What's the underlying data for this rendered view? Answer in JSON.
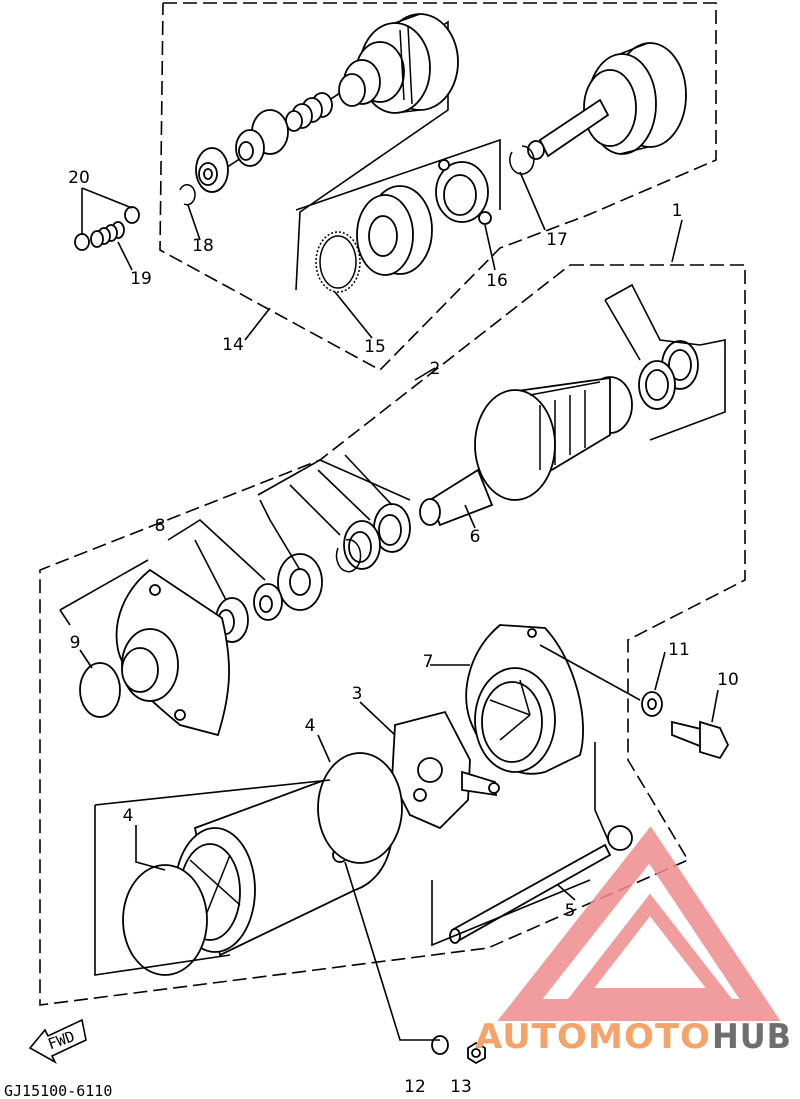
{
  "diagram": {
    "callouts": {
      "c1": "1",
      "c2": "2",
      "c3": "3",
      "c4a": "4",
      "c4b": "4",
      "c5": "5",
      "c6": "6",
      "c7": "7",
      "c8": "8",
      "c9": "9",
      "c10": "10",
      "c11": "11",
      "c12": "12",
      "c13": "13",
      "c14": "14",
      "c15": "15",
      "c16": "16",
      "c17": "17",
      "c18": "18",
      "c19": "19",
      "c20": "20"
    },
    "drawing_code": "GJ15100-6110",
    "fwd_label": "FWD"
  },
  "watermark": {
    "text_a": "AUTOMOTO",
    "text_b": "HUB",
    "color_a": "#f4a36a",
    "color_b": "#6e6e6e",
    "logo_color": "#ef8d8d"
  }
}
